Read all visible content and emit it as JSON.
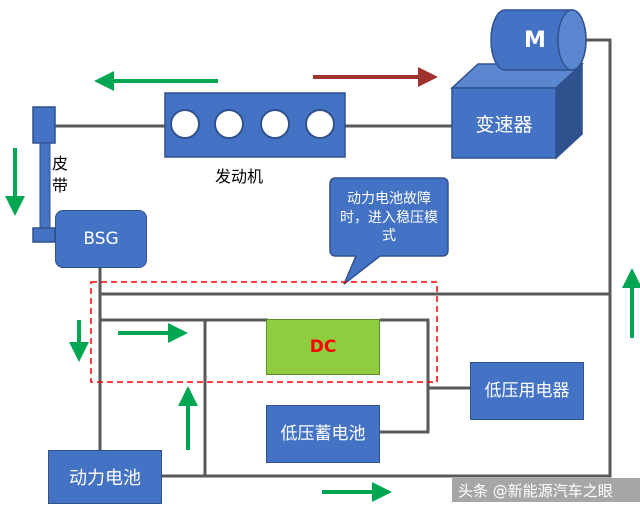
{
  "colors": {
    "block": "#4472c4",
    "block_border": "#2f528f",
    "dc_block": "#8fcc3f",
    "dc_text": "#ff0000",
    "wire": "#595959",
    "flow_arrow": "#00a651",
    "power_arrow": "#a0322d",
    "dashed_zone": "#ff0000"
  },
  "labels": {
    "motor": "M",
    "gearbox": "变速器",
    "engine": "发动机",
    "belt_line1": "皮",
    "belt_line2": "带",
    "bsg": "BSG",
    "dc": "DC",
    "low_voltage_load": "低压用电器",
    "low_voltage_battery": "低压蓄电池",
    "power_battery": "动力电池",
    "callout": "动力电池故障时，进入稳压模式"
  },
  "watermark": "头条 @新能源汽车之眼",
  "icons": {
    "engine_cylinders": "cylinder-circles",
    "arrows": "direction-arrows"
  }
}
